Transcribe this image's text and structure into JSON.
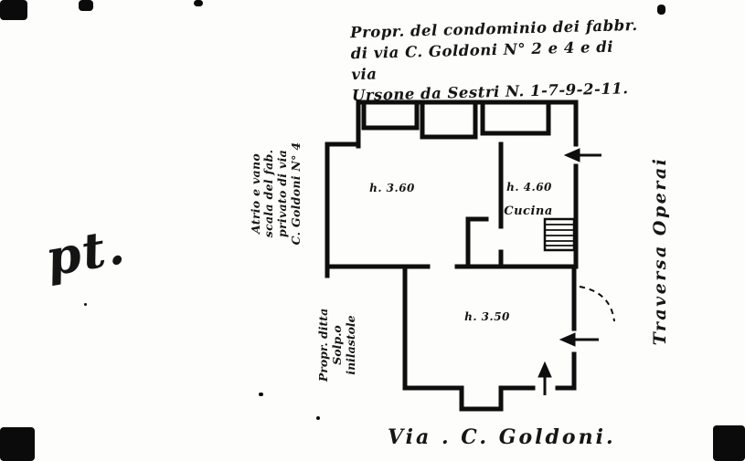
{
  "colors": {
    "ink": "#141414",
    "paper": "#fdfdfb"
  },
  "labels": {
    "title": {
      "line1": "Propr. del condominio dei fabbr.",
      "line2": "di via C. Goldoni N° 2 e 4 e di via",
      "line3": "Ursone da Sestri N. 1-7-9-2-11."
    },
    "atrio": {
      "line1": "Atrio e vano",
      "line2": "scala del fab.",
      "line3": "privato di via",
      "line4": "C. Goldoni N° 4"
    },
    "pt": "pt.",
    "propr_ditta": {
      "line1": "Propr. ditta",
      "line2": "Solp.o",
      "line3": "inilastole"
    },
    "rooms": {
      "room_top_height": "h. 3.60",
      "room_kitchen_height": "h. 4.60",
      "kitchen": "Cucina",
      "room_bottom_height": "h. 3.50"
    },
    "street_right": "Traversa  Operai",
    "street_bottom": "Via . C. Goldoni."
  }
}
